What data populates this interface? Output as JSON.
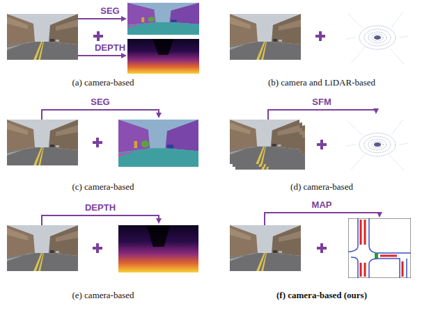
{
  "diagram": {
    "labels": [
      "SEG",
      "DEPTH",
      "(a) camera-based",
      "(b) camera and LiDAR-based",
      "SEG",
      "(c) camera-based",
      "SFM",
      "(d) camera-based",
      "DEPTH",
      "(e) camera-based",
      "MAP",
      "(f) camera-based (ours)"
    ]
  }
}
